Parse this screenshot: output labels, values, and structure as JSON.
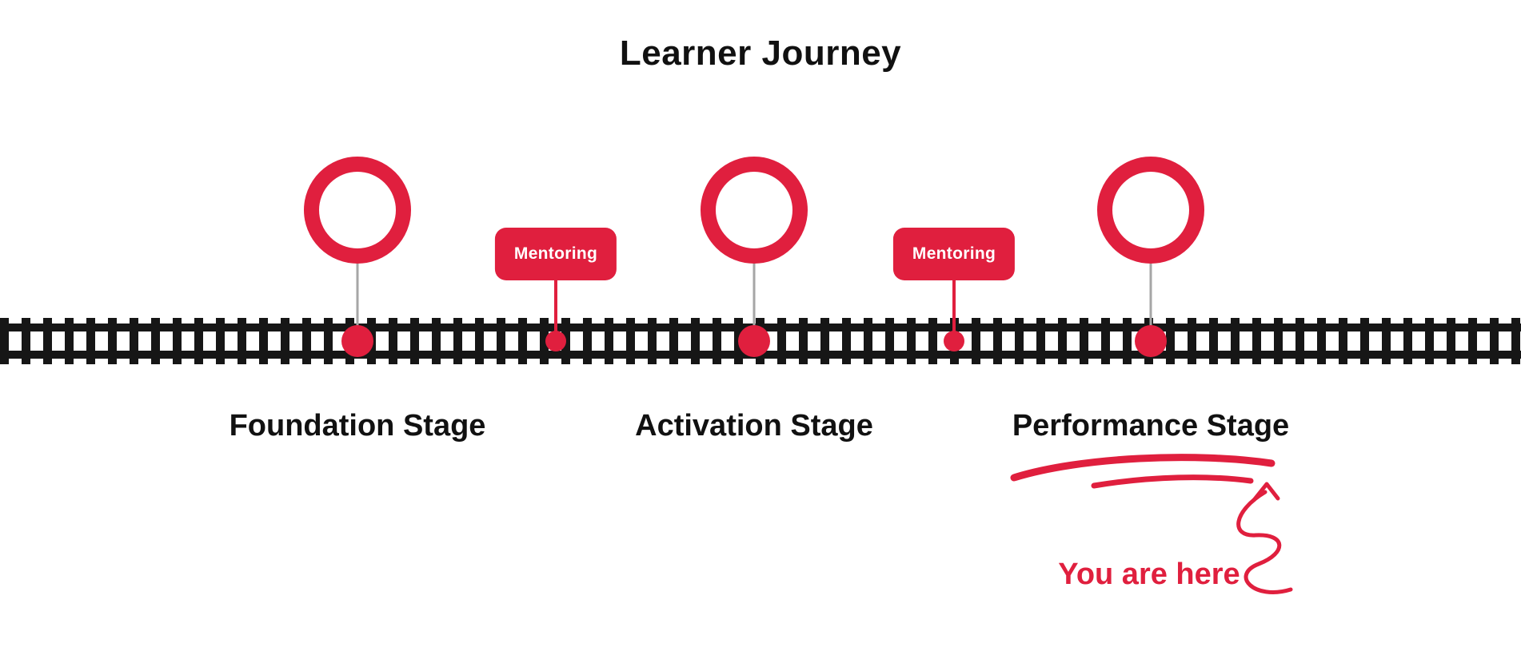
{
  "title": "Learner Journey",
  "stages": [
    {
      "label": "Foundation Stage"
    },
    {
      "label": "Activation Stage"
    },
    {
      "label": "Performance Stage"
    }
  ],
  "badges": [
    {
      "label": "Mentoring"
    },
    {
      "label": "Mentoring"
    }
  ],
  "annotation": {
    "label": "You are here"
  },
  "colors": {
    "accent": "#e01f3e",
    "track": "#161616",
    "stem": "#a6a6a6",
    "background": "#ffffff"
  }
}
